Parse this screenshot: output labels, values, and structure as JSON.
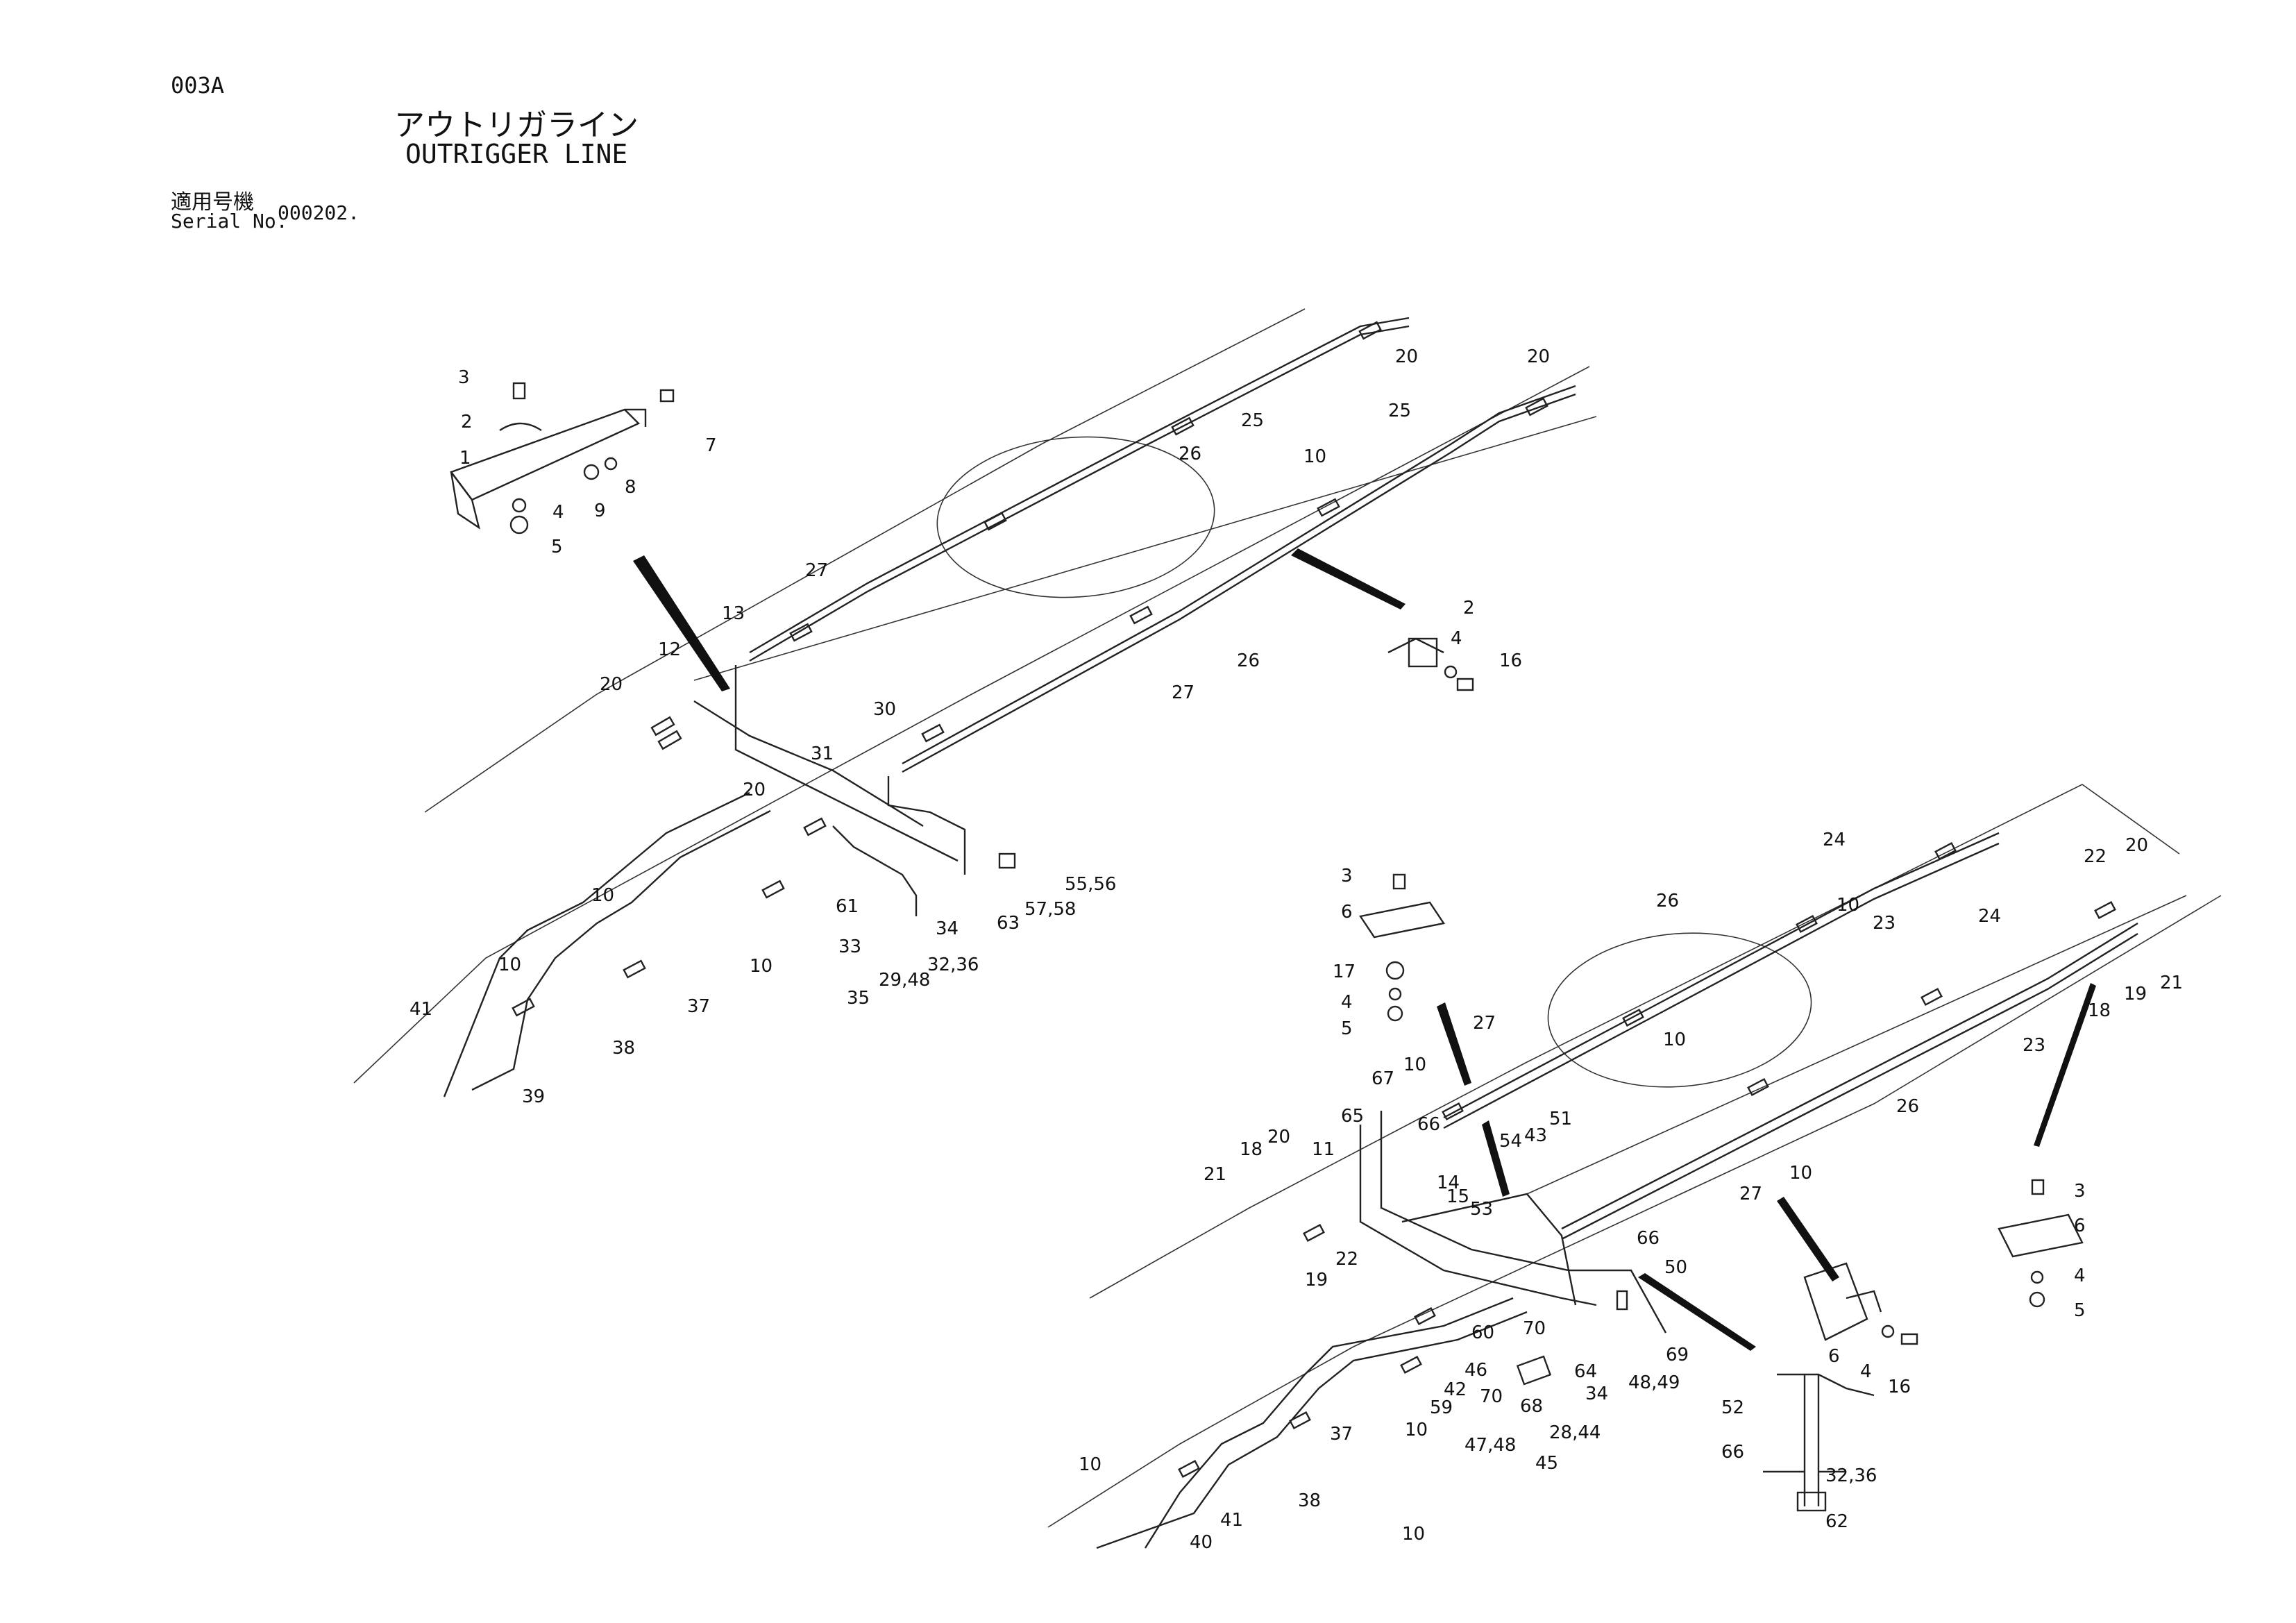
{
  "header": {
    "page_code": "003A",
    "title_jp": "アウトリガライン",
    "title_en": "OUTRIGGER LINE",
    "serial_label_jp": "適用号機",
    "serial_label_en": "Serial No.",
    "serial_value": "000202."
  },
  "part_labels": {
    "top_bracket": [
      "3",
      "2",
      "1",
      "4",
      "5",
      "7",
      "8",
      "9"
    ],
    "upper_assembly": [
      "20",
      "25",
      "26",
      "25",
      "20",
      "10",
      "27",
      "26",
      "27",
      "13",
      "12",
      "20",
      "30",
      "31",
      "20",
      "10",
      "10",
      "37",
      "10",
      "41",
      "38",
      "39",
      "61",
      "33",
      "35",
      "29,48",
      "32,36",
      "34",
      "63",
      "57,58",
      "55,56"
    ],
    "right_clamp": [
      "2",
      "4",
      "16"
    ],
    "middle_bracket": [
      "3",
      "6",
      "17",
      "4",
      "5"
    ],
    "lower_assembly": [
      "24",
      "26",
      "10",
      "23",
      "22",
      "20",
      "21",
      "18",
      "19",
      "24",
      "23",
      "10",
      "27",
      "26",
      "10",
      "27",
      "10",
      "11",
      "65",
      "67",
      "66",
      "14",
      "15",
      "21",
      "18",
      "20",
      "22",
      "19",
      "53",
      "54",
      "43",
      "51",
      "66",
      "50",
      "60",
      "70",
      "64",
      "34",
      "48,49",
      "69",
      "46",
      "70",
      "68",
      "47,48",
      "28,44",
      "45",
      "42",
      "59",
      "10",
      "37",
      "10",
      "38",
      "40",
      "41",
      "10"
    ],
    "lower_clamp": [
      "6",
      "4",
      "16"
    ],
    "right_bracket": [
      "3",
      "6",
      "4",
      "5"
    ],
    "tee_fitting": [
      "52",
      "66",
      "32,36",
      "62"
    ]
  }
}
